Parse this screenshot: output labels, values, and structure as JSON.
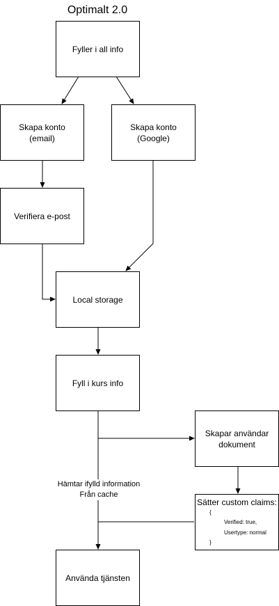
{
  "diagram": {
    "title": "Optimalt 2.0",
    "nodes": {
      "fill_info": {
        "label": "Fyller i all info"
      },
      "create_email": {
        "line1": "Skapa konto",
        "line2": "(email)"
      },
      "create_google": {
        "line1": "Skapa konto",
        "line2": "(Google)"
      },
      "verify_email": {
        "label": "Verifiera e-post"
      },
      "local_storage": {
        "label": "Local storage"
      },
      "course_info": {
        "label": "Fyll i kurs info"
      },
      "create_user_doc": {
        "line1": "Skapar användar",
        "line2": "dokument"
      },
      "custom_claims": {
        "title": "Sätter custom claims:",
        "open_brace": "{",
        "verified": "Verified: true,",
        "usertype": "Usertype: normal",
        "close_brace": "}"
      },
      "use_service": {
        "label": "Använda tjänsten"
      }
    },
    "edge_label": {
      "line1": "Hämtar ifylld information",
      "line2": "Från cache"
    },
    "colors": {
      "stroke": "#000000",
      "fill": "#ffffff",
      "text": "#000000"
    }
  }
}
